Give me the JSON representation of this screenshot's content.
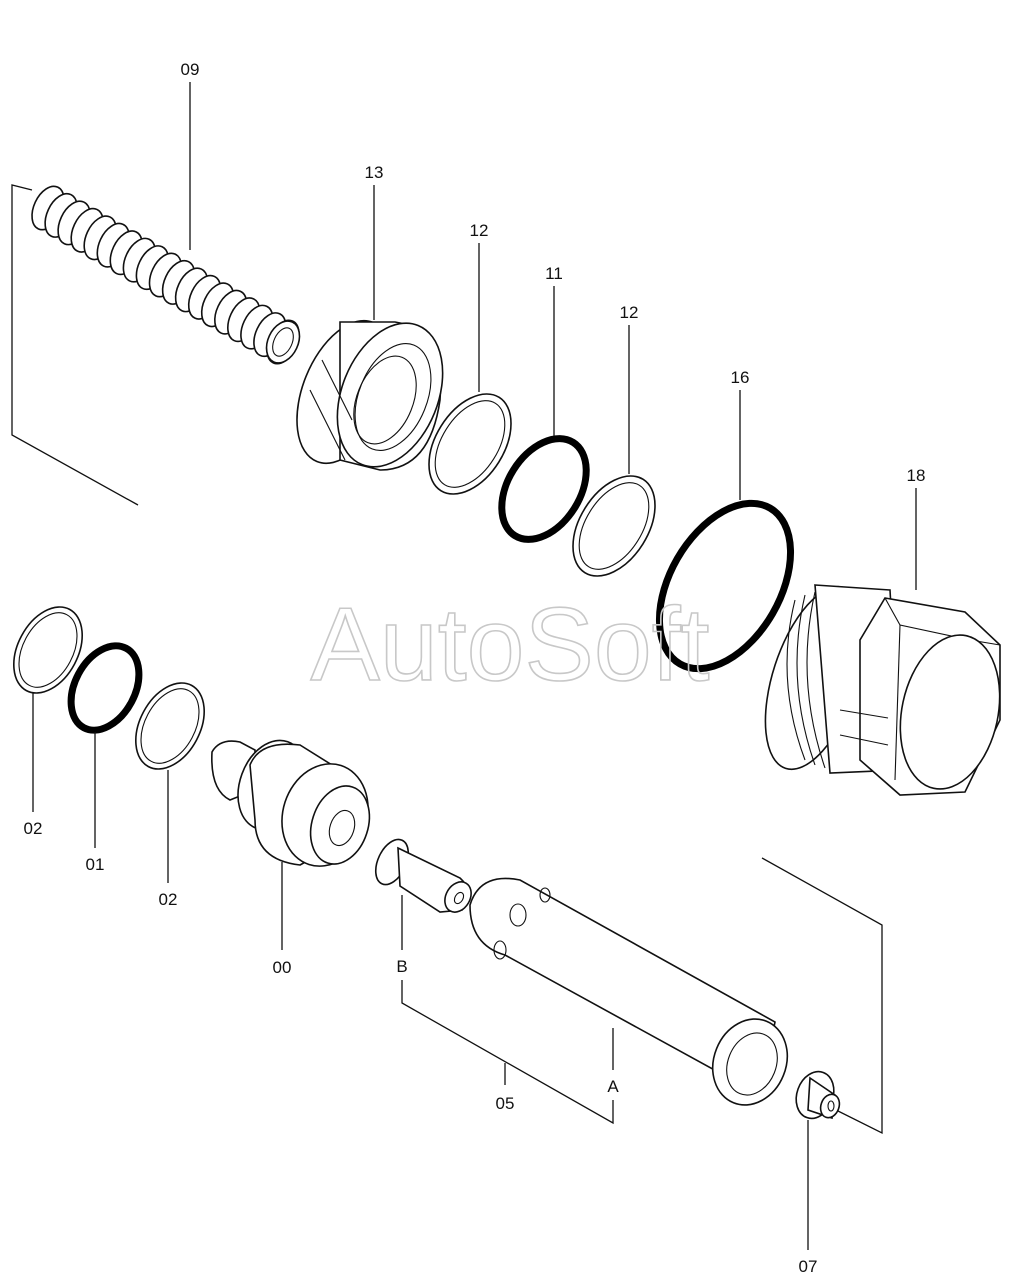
{
  "watermark": "AutoSoft",
  "callouts": {
    "p09": "09",
    "p13": "13",
    "p12a": "12",
    "p11": "11",
    "p12b": "12",
    "p16": "16",
    "p18": "18",
    "p02a": "02",
    "p01": "01",
    "p02b": "02",
    "p00": "00",
    "pB": "B",
    "p05": "05",
    "pA": "A",
    "p07": "07"
  }
}
